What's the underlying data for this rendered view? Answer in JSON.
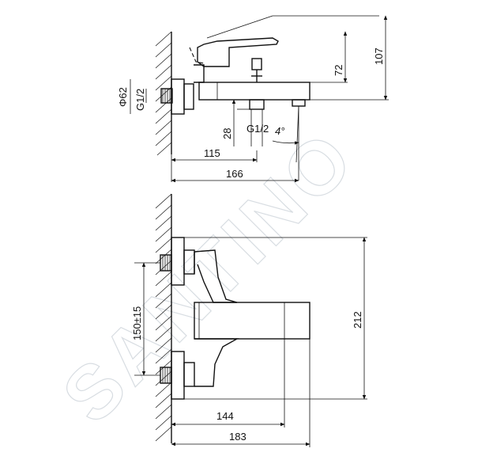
{
  "watermark": "SANTINO",
  "side_view": {
    "dims": {
      "diameter": "Φ62",
      "thread_left": "G1/2",
      "height_total": "107",
      "height_upper": "72",
      "spout_depth": "28",
      "thread_bottom": "G1/2",
      "angle": "4°",
      "depth_115": "115",
      "depth_166": "166"
    }
  },
  "front_view": {
    "dims": {
      "connection_spacing": "150±15",
      "height_212": "212",
      "width_144": "144",
      "width_183": "183"
    }
  }
}
